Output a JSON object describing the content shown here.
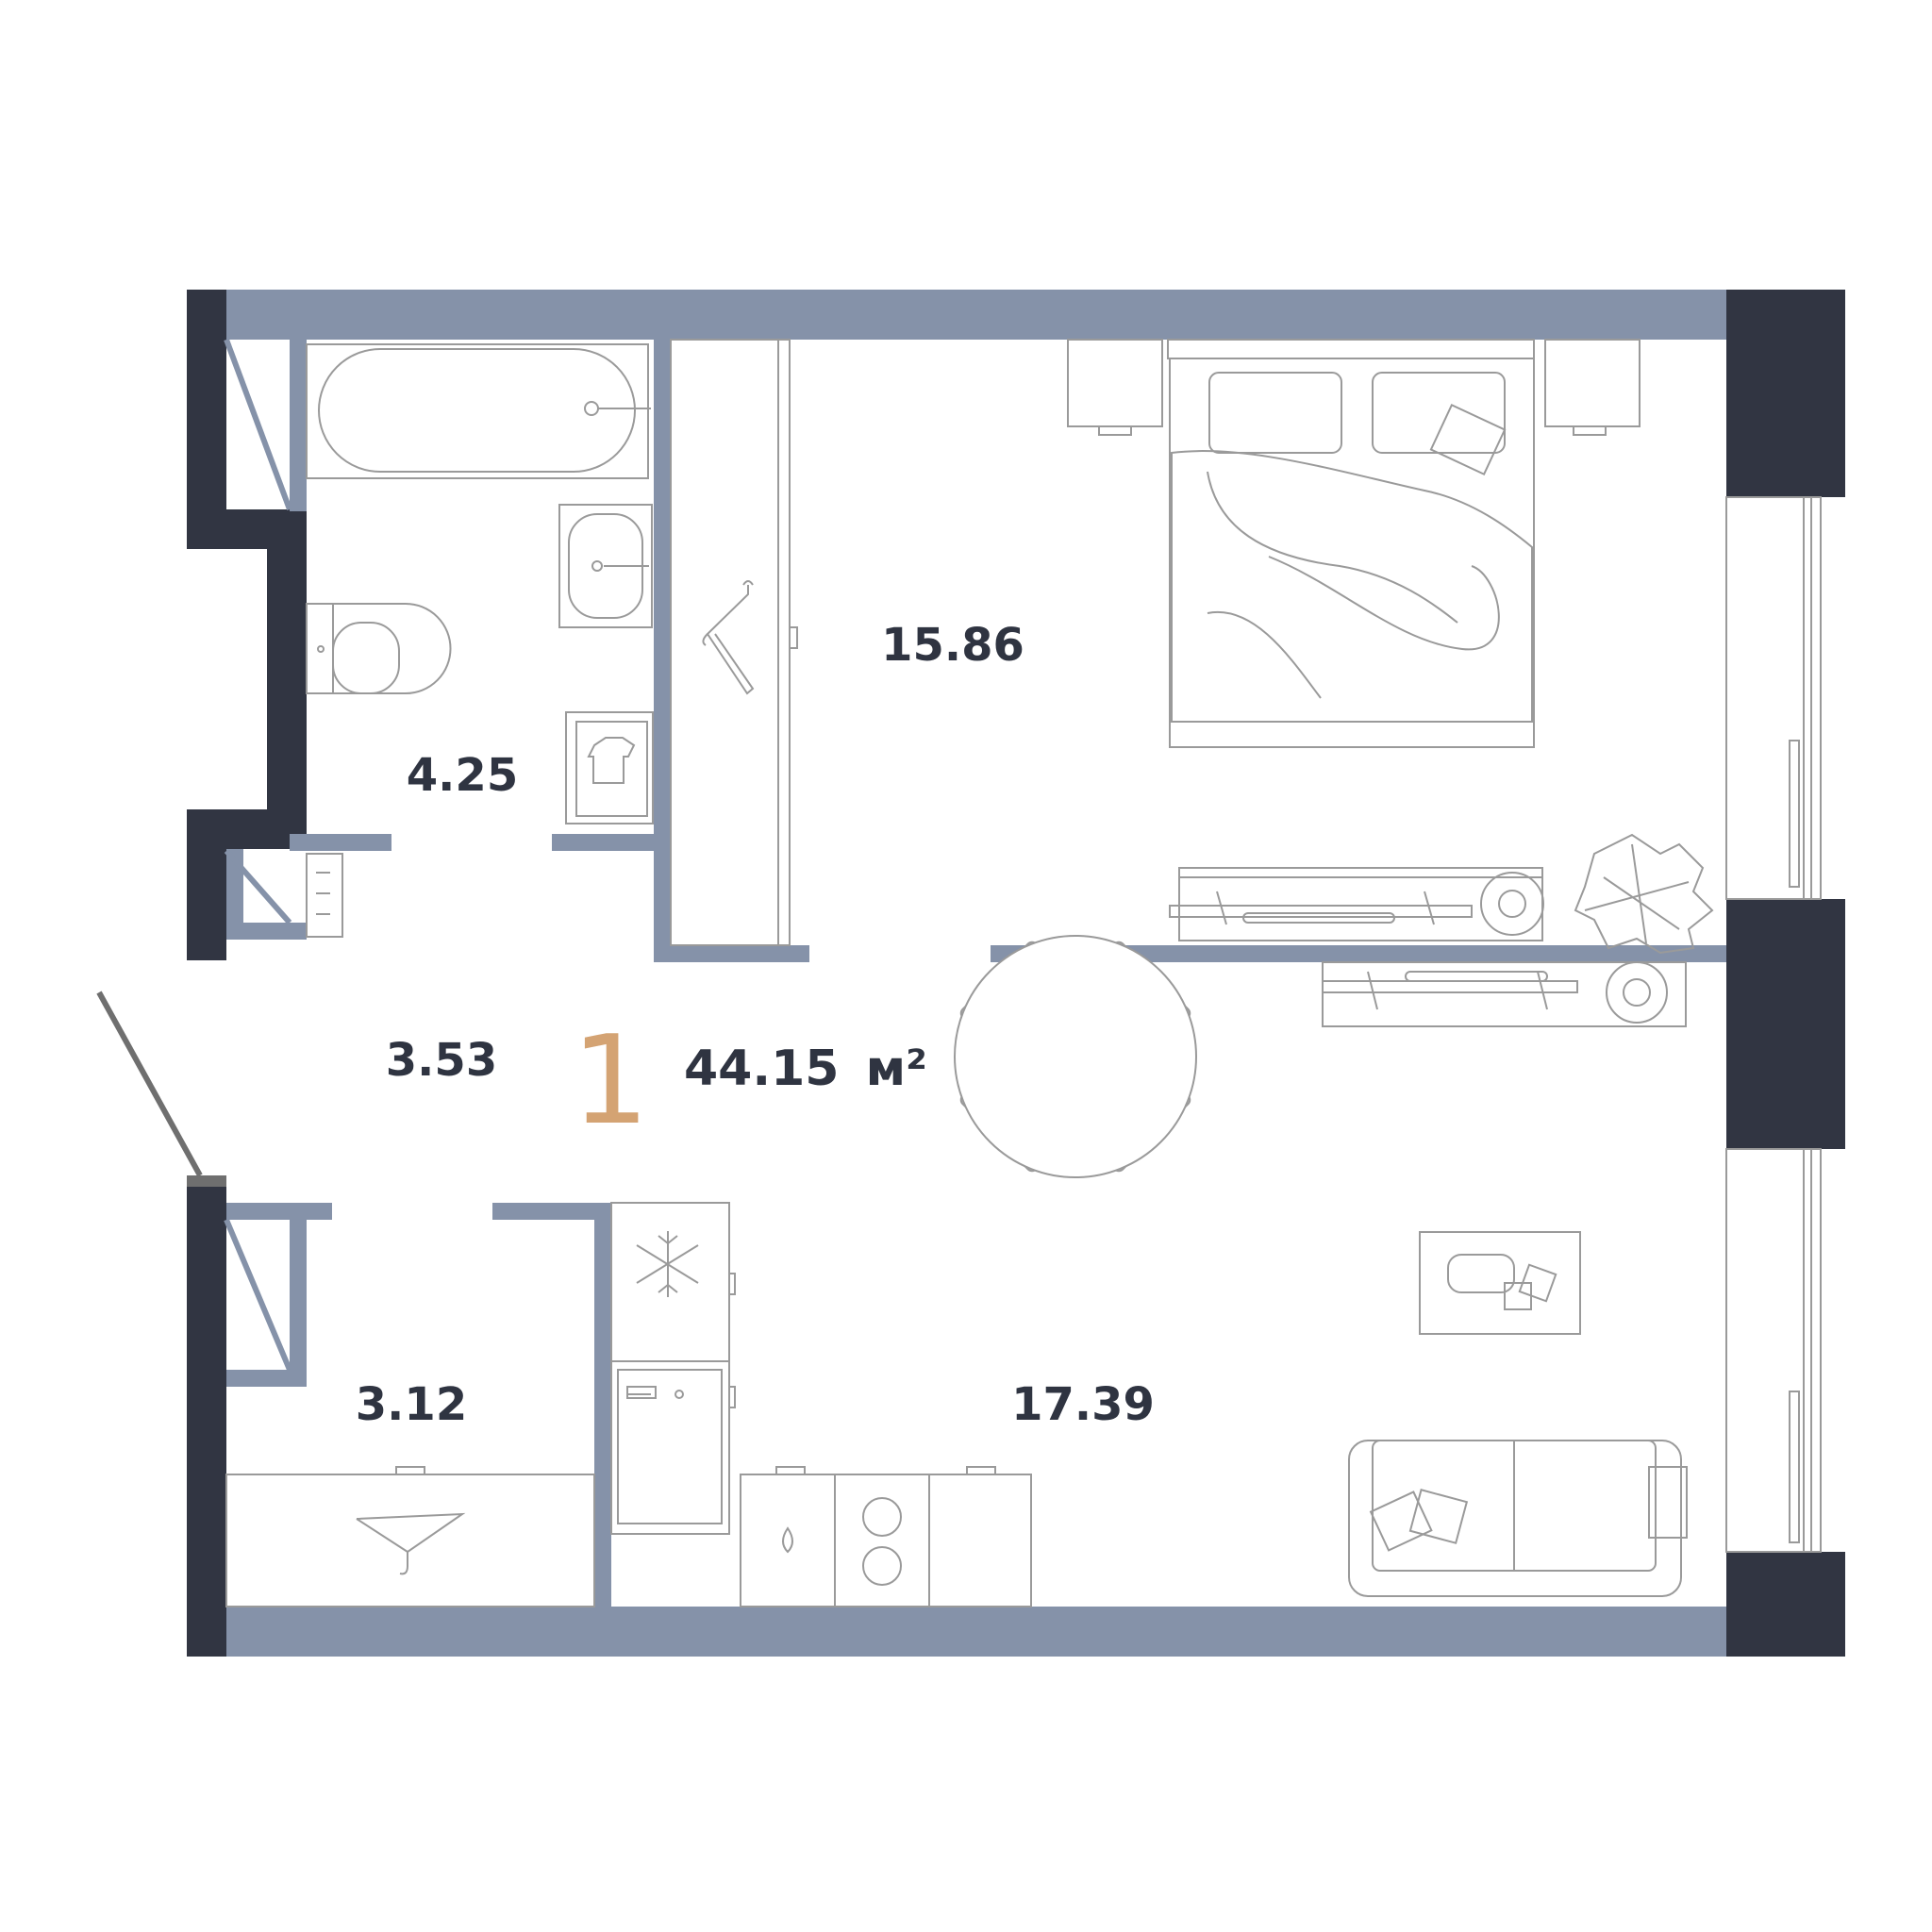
{
  "colors": {
    "wall_inner": "#8592a9",
    "wall_outer": "#313542",
    "text": "#2f3441",
    "accent": "#d4a373",
    "furniture_stroke": "#9a9a9a"
  },
  "plan": {
    "room_count": "1",
    "total_area_value": "44.15",
    "total_area_unit": "м²",
    "rooms": {
      "bathroom": "4.25",
      "hallway": "3.53",
      "wardrobe": "3.12",
      "bedroom": "15.86",
      "kitchen_living": "17.39"
    }
  },
  "icons": {
    "bathtub": "bathtub-icon",
    "sink": "sink-icon",
    "toilet": "toilet-icon",
    "washer": "washing-machine-icon",
    "bed": "double-bed-icon",
    "table": "dining-table-icon",
    "sofa": "sofa-icon",
    "fridge": "snowflake-icon",
    "stove": "cooktop-icon",
    "plant": "plant-icon",
    "hanger": "hanger-icon"
  }
}
